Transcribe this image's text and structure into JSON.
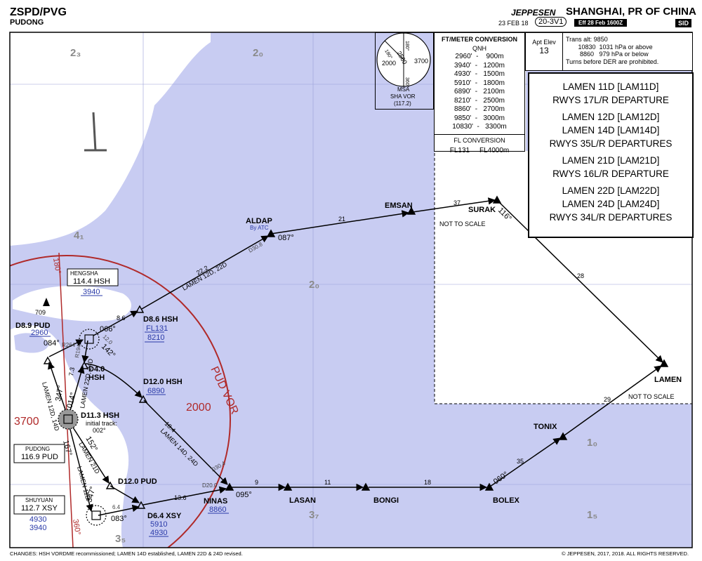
{
  "header": {
    "airport_code": "ZSPD/PVG",
    "airport_name": "PUDONG",
    "publisher": "JEPPESEN",
    "location": "SHANGHAI, PR OF CHINA",
    "chart_date": "23 FEB 18",
    "chart_index": "20-3V1",
    "effective": "Eff 28 Feb 1600Z",
    "chart_type": "SID"
  },
  "msa_box": {
    "altitudes": [
      "2000",
      "2500",
      "3700"
    ],
    "bearings": [
      "180°",
      "360°",
      "180°"
    ],
    "label": "MSA",
    "navaid": "SHA VOR",
    "frequency": "(117.2)"
  },
  "conversion": {
    "title": "FT/METER CONVERSION",
    "subtitle": "QNH",
    "rows": [
      "2960'  -    900m",
      "3940'  -   1200m",
      "4930'  -   1500m",
      "5910'  -   1800m",
      "6890'  -   2100m",
      "8210'  -   2500m",
      "8860'  -   2700m",
      "9850'  -   3000m",
      "10830'  -   3300m"
    ],
    "fl_title": "FL CONVERSION",
    "fl_row": "FL131     FL4000m"
  },
  "apt_elev": {
    "label": "Apt Elev",
    "value": "13"
  },
  "transition": {
    "line1": "Trans alt: 9850",
    "line2": "       10830  1031 hPa or above",
    "line3": "        8860   979 hPa or below",
    "line4": "Turns before DER are prohibited."
  },
  "departures": [
    {
      "name": "LAMEN 11D [LAM11D]",
      "rwys": "RWYS 17L/R DEPARTURE"
    },
    {
      "name": "LAMEN 12D [LAM12D]",
      "name2": "LAMEN 14D [LAM14D]",
      "rwys": "RWYS 35L/R DEPARTURES"
    },
    {
      "name": "LAMEN 21D [LAM21D]",
      "rwys": "RWYS 16L/R DEPARTURE"
    },
    {
      "name": "LAMEN 22D [LAM22D]",
      "name2": "LAMEN 24D [LAM24D]",
      "rwys": "RWYS 34L/R DEPARTURES"
    }
  ],
  "map": {
    "sector_numbers": [
      "2₃",
      "2₀",
      "4₁",
      "2₀",
      "1₀",
      "1₅",
      "3₇",
      "3₅"
    ],
    "fixes": {
      "aldap": "ALDAP",
      "aldap_note": "By ATC",
      "emsan": "EMSAN",
      "surak": "SURAK",
      "lamen": "LAMEN",
      "tonix": "TONIX",
      "ninas": "NINAS",
      "ninas_alt": "8860",
      "lasan": "LASAN",
      "bongi": "BONGI",
      "bolex": "BOLEX"
    },
    "dme_fixes": {
      "d86": "D8.6 HSH",
      "d86_alt1": "FL131",
      "d86_alt2": "8210",
      "d120hsh": "D12.0 HSH",
      "d120hsh_alt": "6890",
      "d89": "D8.9 PUD",
      "d89_alt": "2960",
      "d40": "D4.0",
      "d40b": "HSH",
      "d113": "D11.3 HSH",
      "d113_note1": "initial track:",
      "d113_note2": "002°",
      "d120pud": "D12.0 PUD",
      "d64": "D6.4 XSY",
      "d64_alt1": "5910",
      "d64_alt2": "4930"
    },
    "navaids": {
      "hsh_name": "HENGSHA",
      "hsh_freq": "114.4 HSH",
      "hsh_alt": "3940",
      "pud_name": "PUDONG",
      "pud_freq": "116.9 PUD",
      "xsy_name": "SHUYUAN",
      "xsy_freq": "112.7 XSY",
      "xsy_alt1": "4930",
      "xsy_alt2": "3940"
    },
    "legs": {
      "aldap_emsan": "21",
      "emsan_surak": "37",
      "surak_lamen": "28",
      "d86_aldap": "22.2",
      "d86_aldap_route": "LAMEN 12D, 22D",
      "ninas_lasan": "9",
      "lasan_bongi": "11",
      "bongi_bolex": "18",
      "bolex_tonix": "35",
      "tonix_lamen": "29",
      "d120_ninas": "18.4",
      "d120_ninas_route": "LAMEN 14D, 24D",
      "d64_ninas": "13.6",
      "hsh_d86": "8.6",
      "hsh_d86_crs": "066°",
      "d40_hsh": "7.3",
      "d40_route": "LAMEN 22D, 24D",
      "pud_route": "LAMEN 21D",
      "pud_route2": "LAMEN 11D",
      "lamen_12d": "LAMEN 12D, 14D"
    },
    "courses": {
      "aldap_crs": "087°",
      "surak_crs": "116°",
      "ninas_crs": "095°",
      "bolex_crs": "060°",
      "d64_crs": "083°",
      "d89_crs": "084°",
      "d113_crs": "014°",
      "hsh_radial": "347°",
      "pud_crs1": "167°",
      "pud_crs2": "152°",
      "xsy_crs": "347°",
      "d40_crs": "142°",
      "d30": "D30.8",
      "d304": "D30.4",
      "d200": "D20.0",
      "r264": "R264",
      "r194": "R194",
      "d120": "12.0",
      "d64_dist": "6.4",
      "hsh_radial180": "180°",
      "pud_radial360": "360°"
    },
    "pud_vor": "PUD VOR",
    "alt_2000": "2000",
    "alt_3700": "3700",
    "obstacle": "709",
    "not_to_scale_1": "NOT TO SCALE",
    "not_to_scale_2": "NOT TO SCALE"
  },
  "footer": {
    "changes": "CHANGES:   HSH VORDME recommissioned; LAMEN 14D established, LAMEN 22D & 24D revised.",
    "copyright": "© JEPPESEN, 2017, 2018. ALL RIGHTS RESERVED."
  }
}
